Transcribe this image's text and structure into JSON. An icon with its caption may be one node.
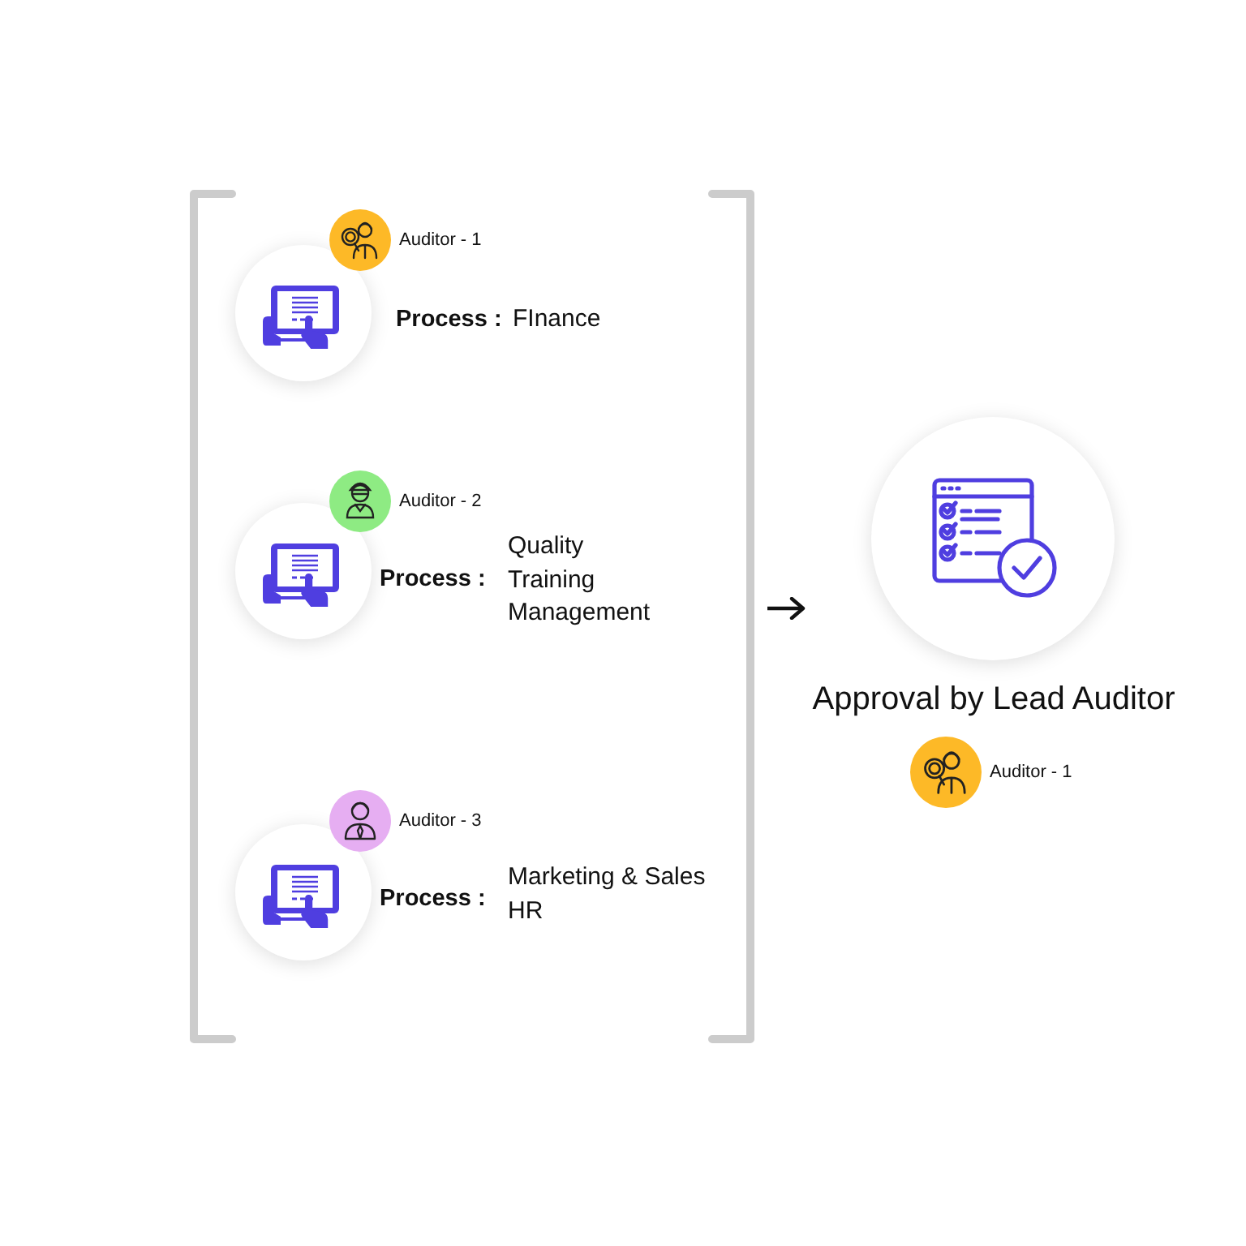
{
  "diagram": {
    "nodes": [
      {
        "text": [],
        "shape": "bracket"
      },
      {
        "text": [
          "Process :",
          "FInance"
        ],
        "beside": [
          "Auditor - 1"
        ],
        "in": 0
      },
      {
        "text": [
          "Process :",
          "Quality",
          "Training",
          "Management"
        ],
        "beside": [
          "Auditor - 2"
        ],
        "in": 0
      },
      {
        "text": [
          "Process :",
          "Marketing & Sales",
          "HR"
        ],
        "beside": [
          "Auditor - 3"
        ],
        "in": 0
      },
      {
        "text": [
          "Approval by Lead Auditor"
        ],
        "beside": [
          "Auditor - 1"
        ]
      }
    ],
    "edges": [
      {
        "from": 0,
        "to": 4,
        "arrow": "to"
      }
    ]
  }
}
